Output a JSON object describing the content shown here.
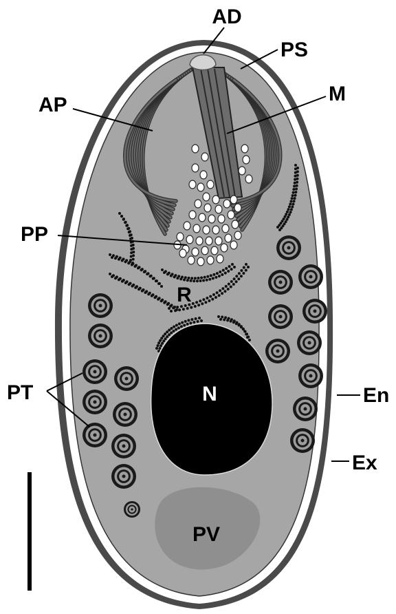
{
  "labels": {
    "AD": "AD",
    "PS": "PS",
    "AP": "AP",
    "M": "M",
    "PP": "PP",
    "R": "R",
    "PT": "PT",
    "N": "N",
    "En": "En",
    "Ex": "Ex",
    "PV": "PV"
  },
  "colors": {
    "exospore": "#4a4a4a",
    "endospore": "#ffffff",
    "cytoplasm": "#a6a6a6",
    "nucleus": "#000000",
    "posterior_vacuole": "#8f8f8f",
    "anchoring_disc": "#d4d4d4",
    "polaroplast_lamellae": "#5a5a5a",
    "polar_tube_ring": "#1a1a1a"
  }
}
